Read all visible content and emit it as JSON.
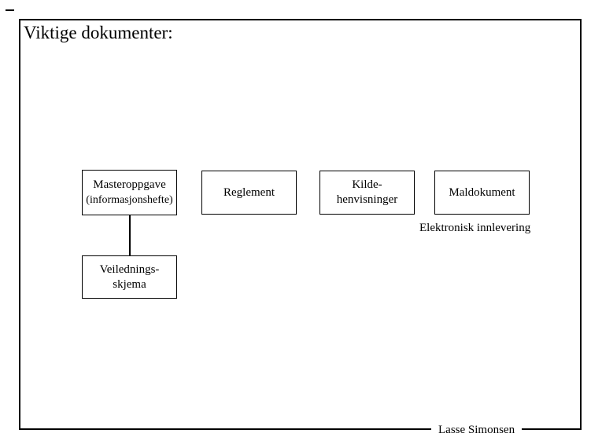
{
  "slide": {
    "title": "Viktige dokumenter:",
    "caption": "Elektronisk innlevering",
    "footer_author": "Lasse Simonsen"
  },
  "boxes": {
    "masteroppgave": {
      "line1": "Masteroppgave",
      "line2": "(informasjonshefte)"
    },
    "reglement": {
      "line1": "Reglement"
    },
    "kildehenvisninger": {
      "line1": "Kilde-",
      "line2": "henvisninger"
    },
    "maldokument": {
      "line1": "Maldokument"
    },
    "veiledningsskjema": {
      "line1": "Veilednings-",
      "line2": "skjema"
    }
  },
  "colors": {
    "foreground": "#000000",
    "background": "#ffffff"
  }
}
